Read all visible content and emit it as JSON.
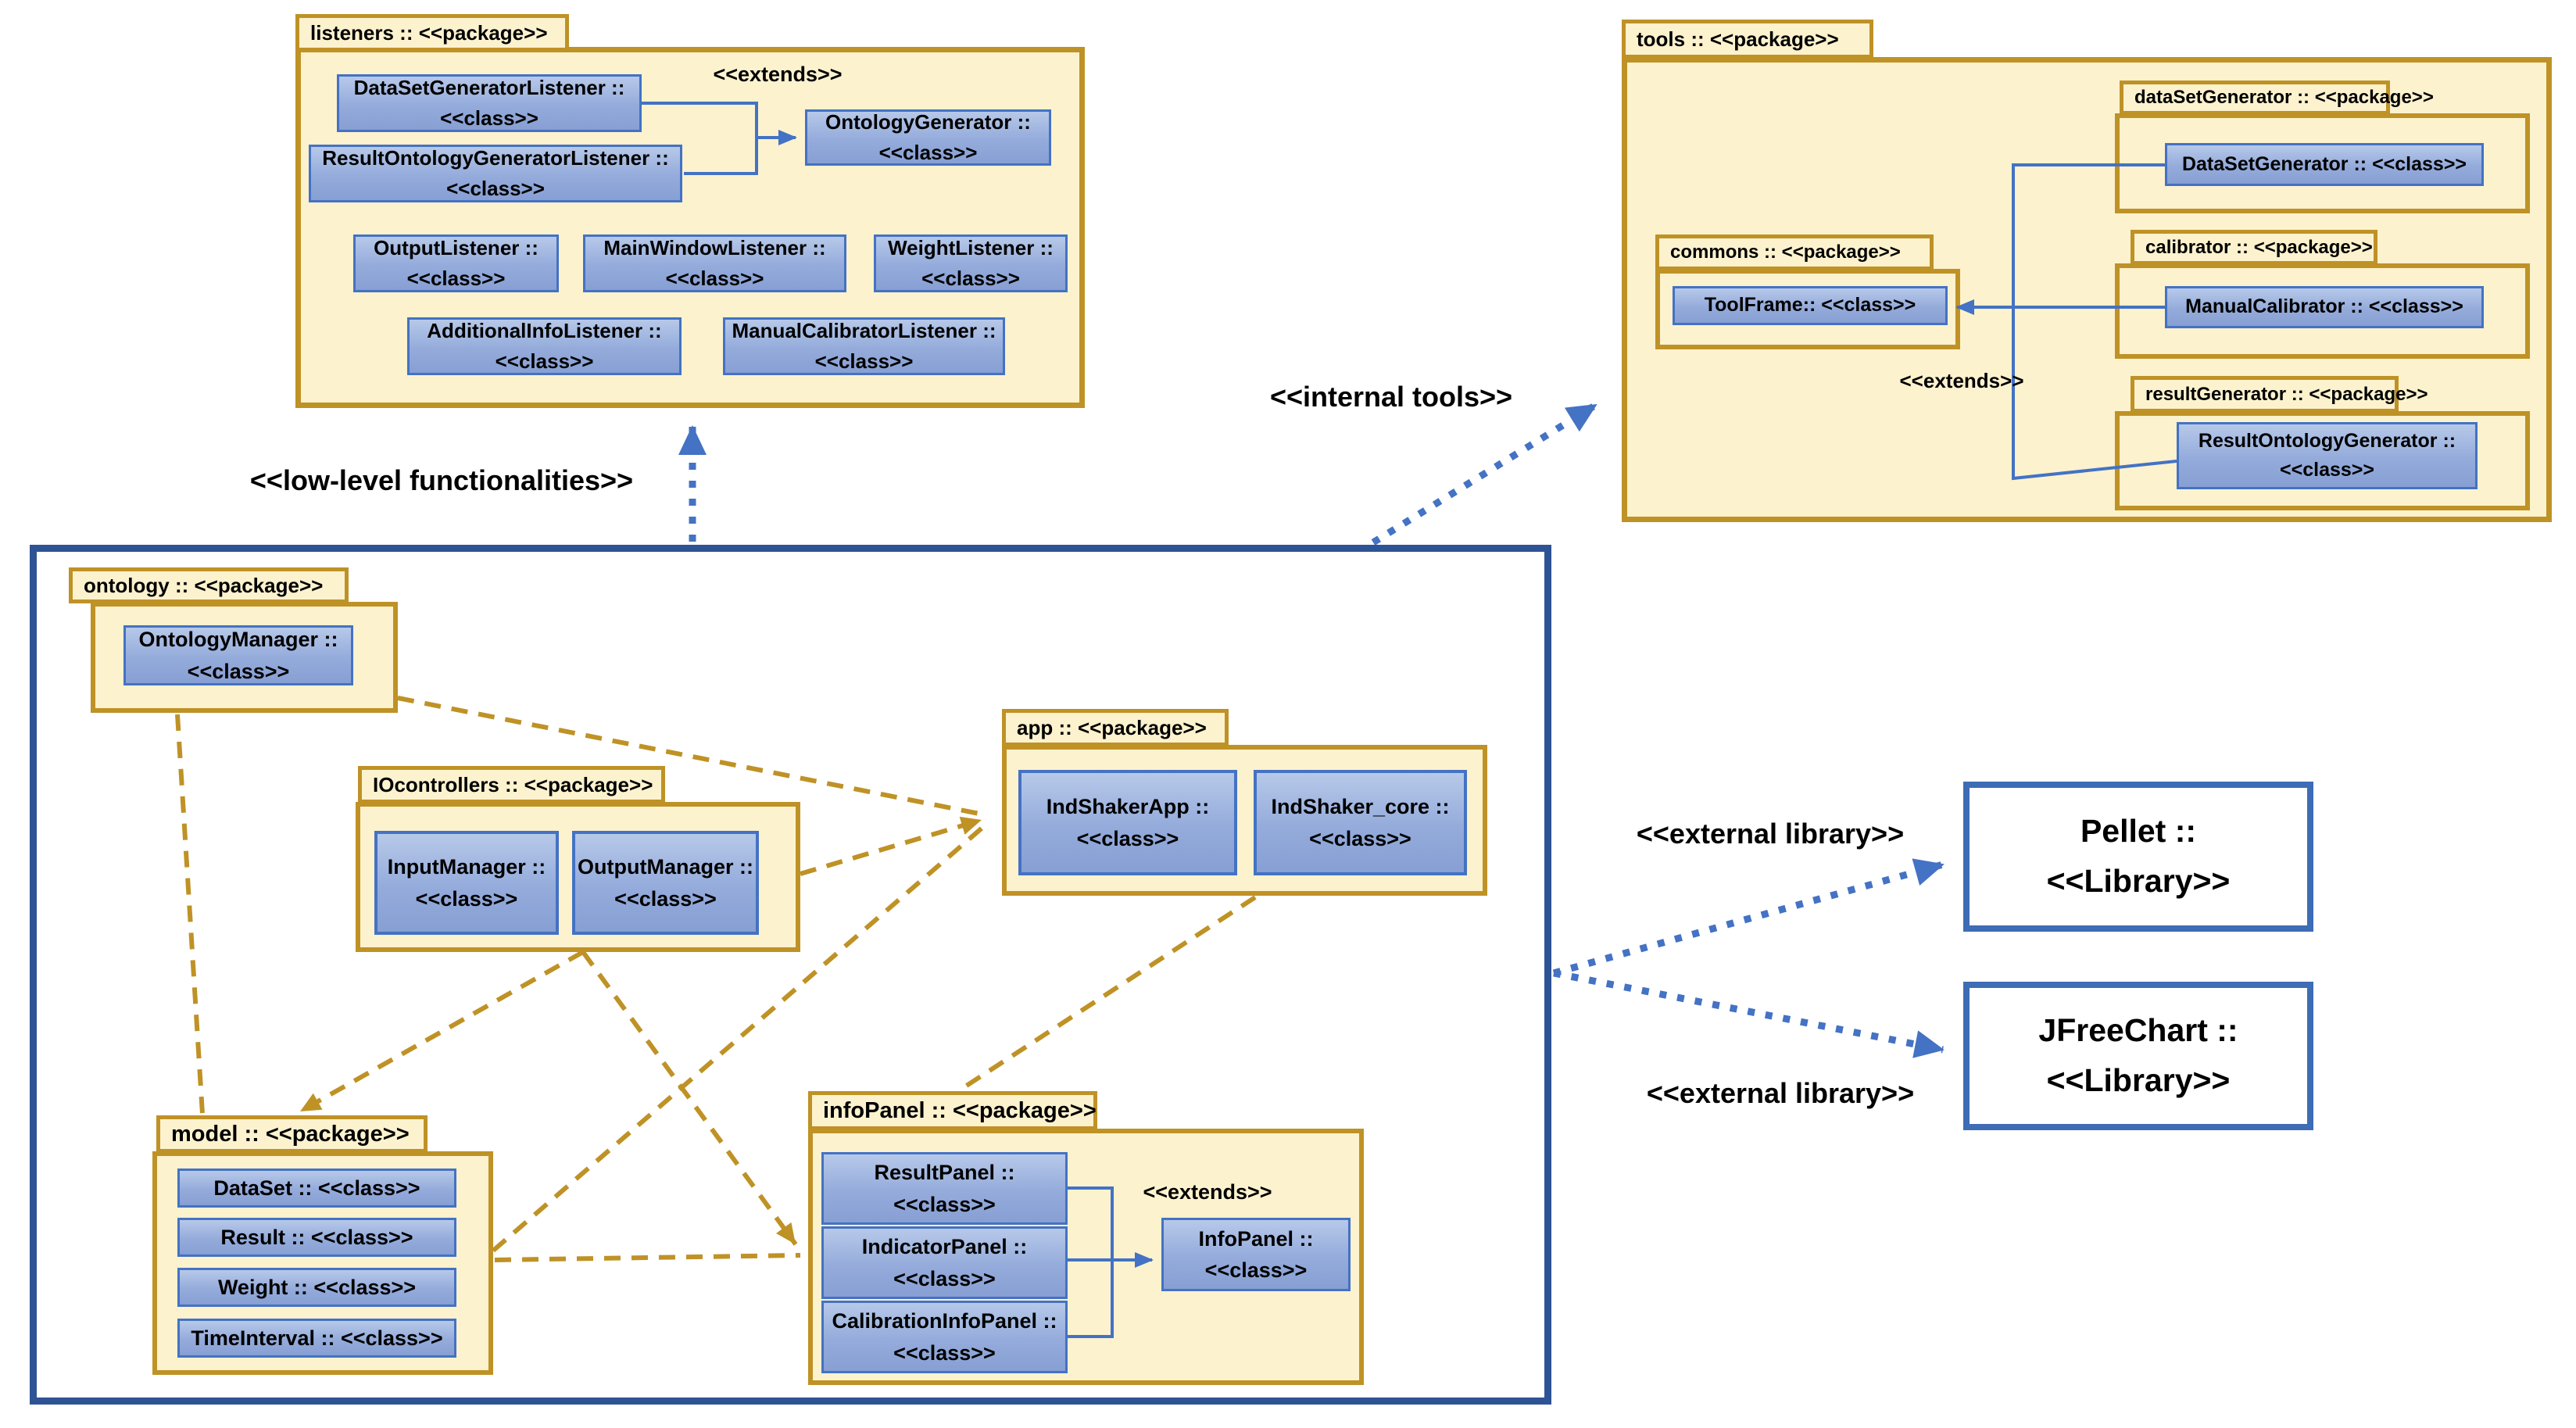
{
  "stereotypes": {
    "clazz": "<<class>>",
    "library": "<<Library>>"
  },
  "annotations": {
    "low_level": "<<low-level functionalities>>",
    "internal_tools": "<<internal tools>>",
    "external_library_top": "<<external library>>",
    "external_library_bottom": "<<external library>>",
    "extends_listeners": "<<extends>>",
    "extends_tools": "<<extends>>",
    "extends_infopanel": "<<extends>>"
  },
  "listeners": {
    "title": "listeners :: <<package>>",
    "classes": {
      "dataSetGeneratorListener": "DataSetGeneratorListener ::",
      "resultOntologyGeneratorListener": "ResultOntologyGeneratorListener ::",
      "ontologyGenerator": "OntologyGenerator ::",
      "outputListener": "OutputListener ::",
      "mainWindowListener": "MainWindowListener ::",
      "weightListener": "WeightListener ::",
      "additionalInfoListener": "AdditionalInfoListener ::",
      "manualCalibratorListener": "ManualCalibratorListener ::"
    }
  },
  "tools": {
    "title": "tools :: <<package>>",
    "dataSetGenerator": {
      "title": "dataSetGenerator :: <<package>>",
      "klass": "DataSetGenerator :: <<class>>"
    },
    "commons": {
      "title": "commons :: <<package>>",
      "klass": "ToolFrame:: <<class>>"
    },
    "calibrator": {
      "title": "calibrator :: <<package>>",
      "klass": "ManualCalibrator :: <<class>>"
    },
    "resultGenerator": {
      "title": "resultGenerator :: <<package>>",
      "klass": "ResultOntologyGenerator ::"
    }
  },
  "main": {
    "ontology": {
      "title": "ontology :: <<package>>",
      "ontologyManager": "OntologyManager ::"
    },
    "iocontrollers": {
      "title": "IOcontrollers :: <<package>>",
      "inputManager": "InputManager ::",
      "outputManager": "OutputManager ::"
    },
    "app": {
      "title": "app :: <<package>>",
      "indShakerApp": "IndShakerApp ::",
      "indShakerCore": "IndShaker_core ::"
    },
    "model": {
      "title": "model :: <<package>>",
      "dataSet": "DataSet :: <<class>>",
      "result": "Result :: <<class>>",
      "weight": "Weight :: <<class>>",
      "timeInterval": "TimeInterval :: <<class>>"
    },
    "infopanel": {
      "title": "infoPanel :: <<package>>",
      "resultPanel": "ResultPanel ::",
      "indicatorPanel": "IndicatorPanel ::",
      "calibrationInfoPanel": "CalibrationInfoPanel ::",
      "infoPanel": "InfoPanel ::"
    }
  },
  "external": {
    "pellet": "Pellet ::",
    "jfreechart": "JFreeChart ::"
  },
  "colors": {
    "package_fill": "#FCF2CE",
    "package_border": "#BF9226",
    "class_fill": "#9DB2DC",
    "class_border": "#4472C4",
    "main_border": "#2E5395",
    "connector_gold": "#BF9226",
    "connector_blue": "#4472C4"
  }
}
